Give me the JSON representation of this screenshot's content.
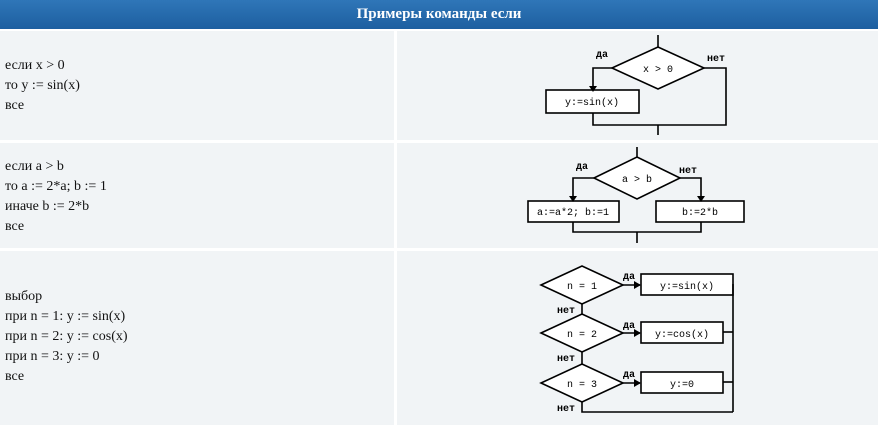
{
  "header": {
    "title": "Примеры команды если"
  },
  "rows": [
    {
      "code": [
        "если x > 0",
        "то y := sin(x)",
        "все"
      ],
      "diagram": {
        "cond": "x  >  0",
        "yes": "да",
        "no": "нет",
        "action": "y:=sin(x)"
      }
    },
    {
      "code": [
        "если a > b",
        "то a := 2*a; b := 1",
        "иначе b := 2*b",
        "все"
      ],
      "diagram": {
        "cond": "a  >  b",
        "yes": "да",
        "no": "нет",
        "action_yes": "a:=a*2; b:=1",
        "action_no": "b:=2*b"
      }
    },
    {
      "code": [
        "выбор",
        "при n = 1: y := sin(x)",
        "при n = 2: y := cos(x)",
        "при n = 3: y := 0",
        "все"
      ],
      "diagram": {
        "yes": "да",
        "no": "нет",
        "conds": [
          "n  =  1",
          "n  =  2",
          "n  =  3"
        ],
        "actions": [
          "y:=sin(x)",
          "y:=cos(x)",
          "y:=0"
        ]
      }
    }
  ]
}
